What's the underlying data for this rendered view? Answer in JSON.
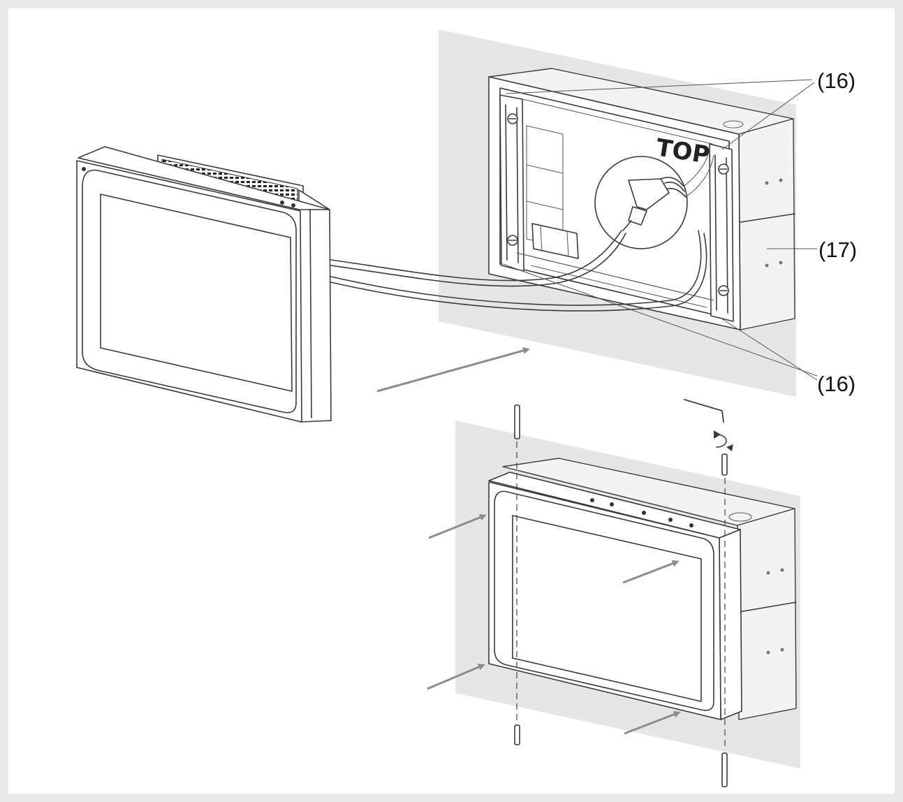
{
  "labels": {
    "top_marking": "TOP",
    "callout_16_top": "(16)",
    "callout_17": "(17)",
    "callout_16_bottom": "(16)"
  },
  "colors": {
    "frame_border": "#e9e9e9",
    "wall": "#e6e6e6",
    "arrow": "#8c8c8c",
    "line": "#3a3a3a"
  }
}
